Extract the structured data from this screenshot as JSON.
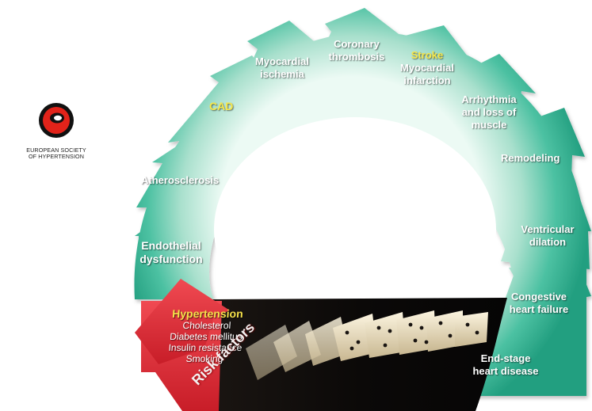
{
  "logo": {
    "line1": "EUROPEAN SOCIETY",
    "line2": "OF HYPERTENSION"
  },
  "stages": {
    "endothelial": [
      "Endothelial",
      "dysfunction"
    ],
    "atherosclerosis": "Atherosclerosis",
    "cad": "CAD",
    "ischemia": [
      "Myocardial",
      "ischemia"
    ],
    "thrombosis": [
      "Coronary",
      "thrombosis"
    ],
    "stroke": "Stroke",
    "infarction": [
      "Myocardial",
      "infarction"
    ],
    "arrhythmia": [
      "Arrhythmia",
      "and loss of",
      "muscle"
    ],
    "remodeling": "Remodeling",
    "dilation": [
      "Ventricular",
      "dilation"
    ],
    "chf": [
      "Congestive",
      "heart failure"
    ],
    "endstage": [
      "End-stage",
      "heart disease"
    ]
  },
  "risk": {
    "hypertension": "Hypertension",
    "factors": [
      "Cholesterol",
      "Diabetes mellitus",
      "Insulin resistance",
      "Smoking"
    ],
    "title": "Risk factors"
  },
  "colors": {
    "arrow_light": "#d6f2e8",
    "arrow_dark": "#2db596",
    "risk_red": "#e8303a",
    "highlight_yellow": "#f7e84a",
    "photo_bg": "#0d0b0a"
  }
}
